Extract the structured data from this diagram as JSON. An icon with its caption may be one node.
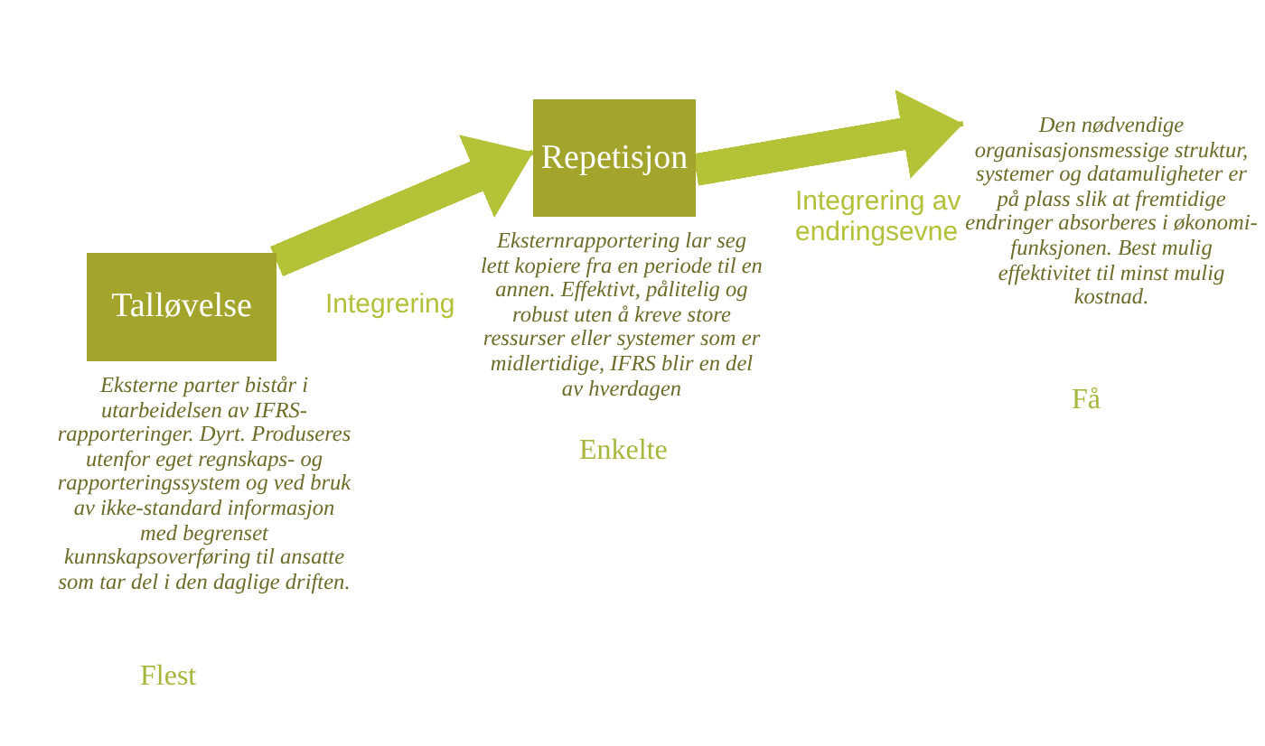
{
  "diagram": {
    "nodes": [
      {
        "text": [
          "Talløvelse"
        ],
        "beside": [
          "Eksterne parter bistår i utarbeidelsen av IFRS-rapporteringer. Dyrt. Produseres utenfor eget regnskaps- og rapporteringssystem og ved bruk av ikke-standard informasjon med begrenset kunnskapsoverføring til ansatte som tar del i den daglige driften.",
          "Flest"
        ]
      },
      {
        "text": [
          "Repetisjon"
        ],
        "beside": [
          "Eksternrapportering lar seg lett kopiere fra en periode til en annen. Effektivt, pålitelig og robust uten å kreve store ressurser eller systemer som er midlertidige, IFRS blir en del av hverdagen",
          "Enkelte"
        ]
      },
      {
        "text": [
          "Den nødvendige organisasjonsmessige struktur, systemer og datamuligheter er på plass slik at fremtidige endringer absorberes i økonomi-funksjonen. Best mulig effektivitet til minst mulig kostnad."
        ],
        "beside": [
          "Få"
        ]
      }
    ],
    "edges": [
      {
        "from": 0,
        "to": 1,
        "arrow": "to",
        "label": "Integrering"
      },
      {
        "from": 1,
        "to": 2,
        "arrow": "to",
        "label": "Integrering av endringsevne"
      }
    ]
  }
}
